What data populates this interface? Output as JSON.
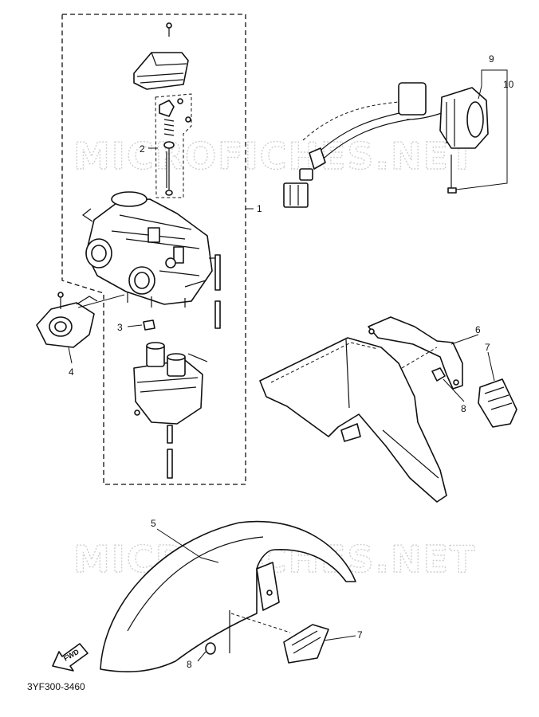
{
  "watermark": "MICROFICHES.NET",
  "reference_code": "3YF300-3460",
  "direction_arrow_label": "FWD",
  "callouts": {
    "c1": "1",
    "c2": "2",
    "c3": "3",
    "c4": "4",
    "c5": "5",
    "c6": "6",
    "c7_upper": "7",
    "c7_lower": "7",
    "c8_upper": "8",
    "c8_lower": "8",
    "c9": "9",
    "c10": "10"
  }
}
